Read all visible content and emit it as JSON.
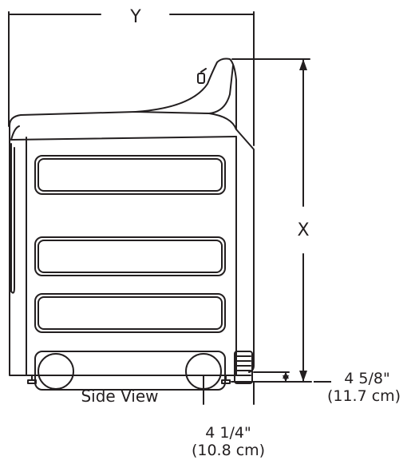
{
  "diagram": {
    "dimension_y_label": "Y",
    "dimension_x_label": "X",
    "caption": "Side View",
    "rear_clearance": {
      "imperial": "4 5/8\"",
      "metric": "(11.7 cm)"
    },
    "foot_offset": {
      "imperial": "4 1/4\"",
      "metric": "(10.8 cm)"
    },
    "colors": {
      "line": "#231f20",
      "background": "#ffffff"
    }
  }
}
